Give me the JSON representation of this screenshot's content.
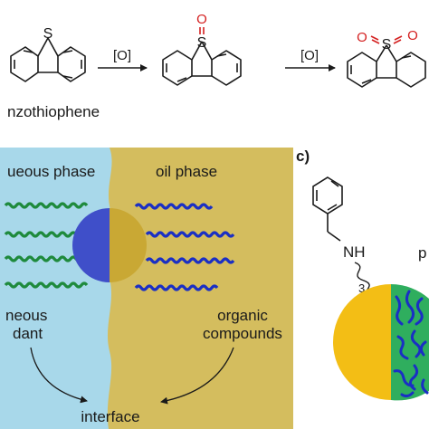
{
  "reaction": {
    "start_label": "nzothiophene",
    "sulfur": "S",
    "oxygen": "O",
    "arrow1_label": "[O]",
    "arrow2_label": "[O]"
  },
  "panel_b": {
    "aqueous_label": "ueous phase",
    "oil_label": "oil phase",
    "oxidant_label_1": "neous",
    "oxidant_label_2": "dant",
    "organic_label_1": "organic",
    "organic_label_2": "compounds",
    "interface_label": "interface",
    "colors": {
      "aqueous": "#a8d8ea",
      "oil": "#d4bd5e",
      "particle_left": "#3f4fc9",
      "particle_right": "#c9a834",
      "green_chain": "#1e8a3c",
      "blue_chain": "#1a2fc4"
    }
  },
  "panel_c": {
    "label": "c)",
    "nh_label": "NH",
    "subscript": "3",
    "right_label": "p",
    "colors": {
      "sphere_left": "#f3be15",
      "sphere_right": "#2fae5e",
      "chain": "#1a2fc4"
    }
  }
}
